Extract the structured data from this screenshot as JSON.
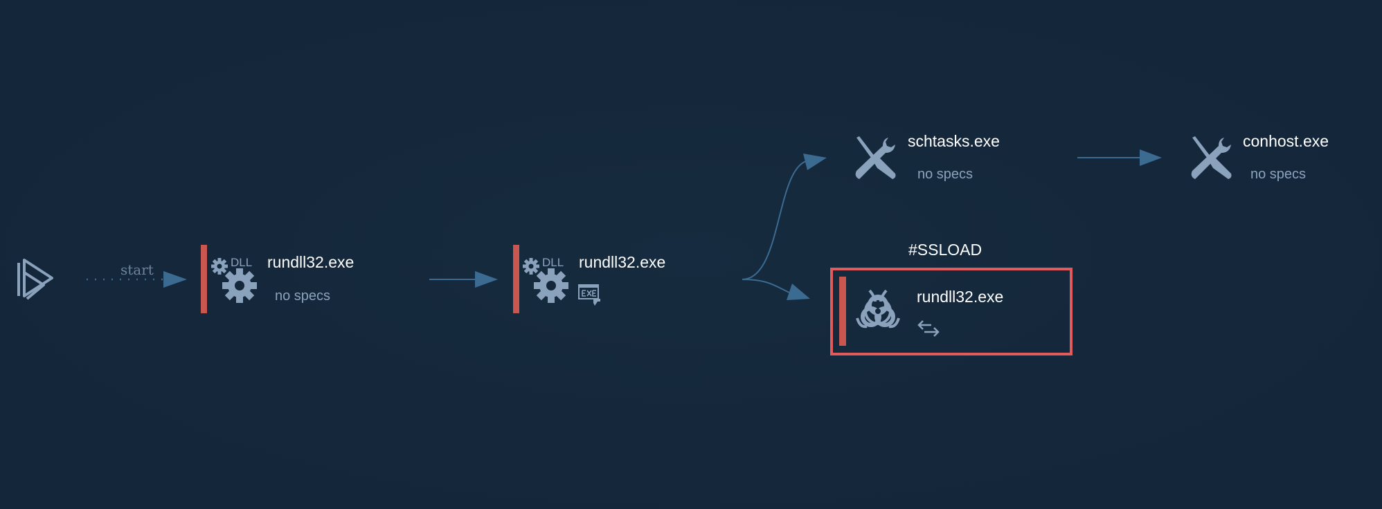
{
  "colors": {
    "background": "#15283b",
    "accent_bar": "#c9574f",
    "highlight_border": "#e05b5b",
    "icon": "#8ba2bd",
    "edge": "#3c6b91"
  },
  "start": {
    "label": "start",
    "icon": "play-icon"
  },
  "nodes": [
    {
      "title": "rundll32.exe",
      "subtitle": "no specs",
      "badge": "DLL",
      "icon": "gear-icon"
    },
    {
      "title": "rundll32.exe",
      "badge": "DLL",
      "icon": "gear-icon",
      "extra_icon": "exe-icon"
    },
    {
      "title": "schtasks.exe",
      "subtitle": "no specs",
      "icon": "tools-icon"
    },
    {
      "title": "conhost.exe",
      "subtitle": "no specs",
      "icon": "tools-icon"
    },
    {
      "title": "rundll32.exe",
      "tag": "#SSLOAD",
      "icon": "biohazard-icon",
      "extra_icon": "network-arrows-icon"
    }
  ]
}
